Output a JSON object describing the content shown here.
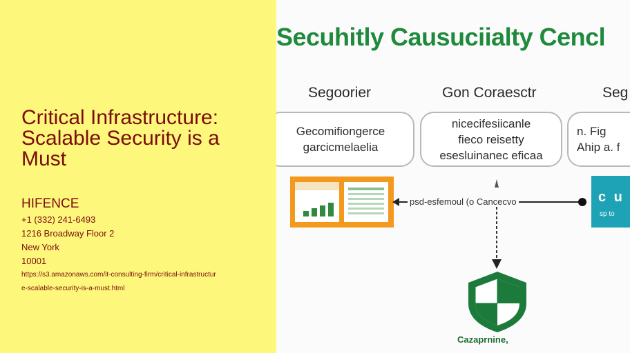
{
  "left": {
    "title": "Critical Infrastructure: Scalable Security is a Must",
    "company": "HIFENCE",
    "phone": "+1 (332) 241-6493",
    "address": "1216 Broadway Floor 2",
    "city": "New York",
    "zip": "10001",
    "url_line1": "https://s3.amazonaws.com/it-consulting-firm/critical-infrastructur",
    "url_line2": "e-scalable-security-is-a-must.html"
  },
  "diagram": {
    "title": "Secuhitly Causuciialty Cencl",
    "columns": [
      {
        "heading": "Segoorier",
        "lines": [
          "Gecomifiongerce",
          "garcicmelaelia"
        ]
      },
      {
        "heading": "Gon Coraesctr",
        "lines": [
          "nicecifesiicanle",
          "fieco reisetty",
          "esesluinanec eficaa"
        ]
      },
      {
        "heading": "Seg",
        "lines": [
          "n. Fig",
          "Ahip a. f"
        ]
      }
    ],
    "arrow_label": "psd-esfemoul  (o  Cancecvo",
    "teal_text_top": "c u",
    "teal_text_bottom": "sp to",
    "shield_caption": "Cazaprnine,",
    "colors": {
      "title_green": "#1f8a3c",
      "shield_green": "#1c7a3a",
      "orange": "#f39a1e",
      "teal": "#1ea3b6",
      "background_yellow": "#fdf77b",
      "text_maroon": "#7a0c0c"
    }
  }
}
